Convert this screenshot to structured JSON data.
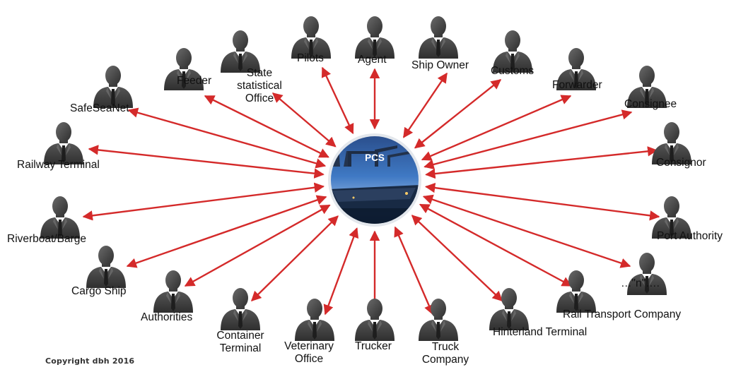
{
  "hub": {
    "label": "PCS"
  },
  "nodes": [
    {
      "id": "feeder",
      "label": "Feeder"
    },
    {
      "id": "state-office",
      "label": "State\nstatistical\nOffice"
    },
    {
      "id": "pilots",
      "label": "Pilots"
    },
    {
      "id": "agent",
      "label": "Agent"
    },
    {
      "id": "ship-owner",
      "label": "Ship Owner"
    },
    {
      "id": "customs",
      "label": "Customs"
    },
    {
      "id": "forwarder",
      "label": "Forwarder"
    },
    {
      "id": "consignee",
      "label": "Consignee"
    },
    {
      "id": "consignor",
      "label": "Consignor"
    },
    {
      "id": "port-authority",
      "label": "Port Authority"
    },
    {
      "id": "n-more",
      "label": "…\"n\"…."
    },
    {
      "id": "rail-transport",
      "label": "Rail Transport  Company"
    },
    {
      "id": "hinterland",
      "label": "Hinterland  Terminal"
    },
    {
      "id": "truck-company",
      "label": "Truck\nCompany"
    },
    {
      "id": "trucker",
      "label": "Trucker"
    },
    {
      "id": "veterinary",
      "label": "Veterinary\nOffice"
    },
    {
      "id": "container-terminal",
      "label": "Container\nTerminal"
    },
    {
      "id": "authorities",
      "label": "Authorities"
    },
    {
      "id": "cargo-ship",
      "label": "Cargo Ship"
    },
    {
      "id": "riverboat",
      "label": "Riverboat/Barge"
    },
    {
      "id": "railway-terminal",
      "label": "Railway  Terminal"
    },
    {
      "id": "safeseanet",
      "label": "SafeSeaNet"
    }
  ],
  "colors": {
    "arrow": "#d42a2a",
    "figure": "#3d3d3d",
    "hub_border": "#d9dde2"
  },
  "footer": {
    "copyright": "Copyright  dbh 2016"
  }
}
